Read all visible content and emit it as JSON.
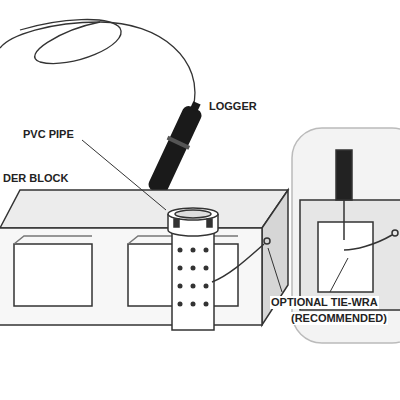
{
  "diagram": {
    "labels": [
      "LOGGER",
      "PVC PIPE",
      "DER BLOCK",
      "OPTIONAL TIE-WRA",
      "(RECOMMENDED)"
    ]
  }
}
